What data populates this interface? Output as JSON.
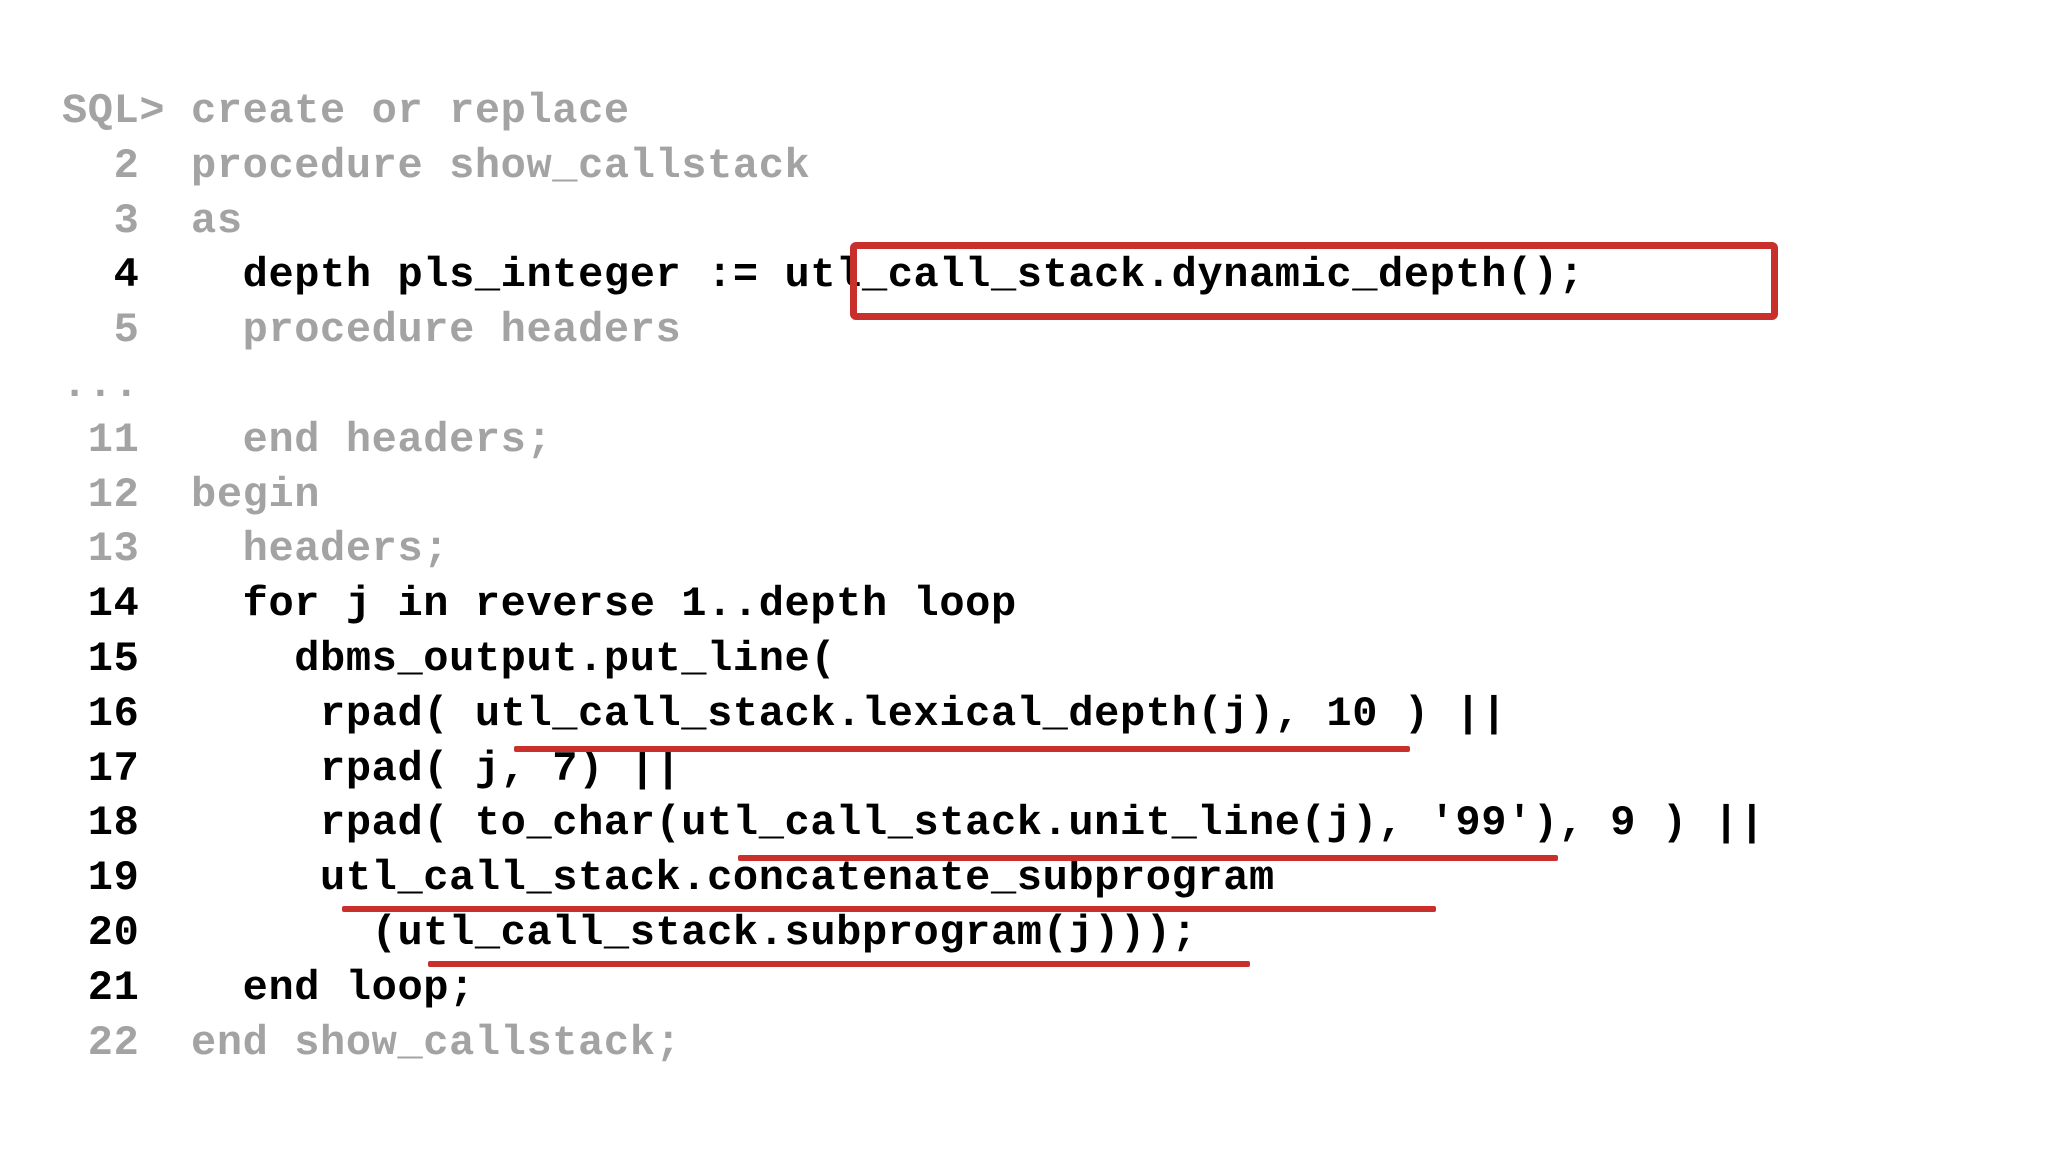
{
  "code_lines": [
    {
      "prefix": "SQL> ",
      "code": "create or replace",
      "style": "gray"
    },
    {
      "prefix": "  2  ",
      "code": "procedure show_callstack",
      "style": "gray"
    },
    {
      "prefix": "  3  ",
      "code": "as",
      "style": "gray"
    },
    {
      "prefix": "  4  ",
      "code": "  depth pls_integer := utl_call_stack.dynamic_depth();",
      "style": "active"
    },
    {
      "prefix": "  5  ",
      "code": "  procedure headers",
      "style": "gray"
    },
    {
      "prefix": "...",
      "code": "",
      "style": "gray"
    },
    {
      "prefix": " 11  ",
      "code": "  end headers;",
      "style": "gray"
    },
    {
      "prefix": " 12  ",
      "code": "begin",
      "style": "gray"
    },
    {
      "prefix": " 13  ",
      "code": "  headers;",
      "style": "gray"
    },
    {
      "prefix": " 14  ",
      "code": "  for j in reverse 1..depth loop",
      "style": "active"
    },
    {
      "prefix": " 15  ",
      "code": "    dbms_output.put_line(",
      "style": "active"
    },
    {
      "prefix": " 16  ",
      "code": "     rpad( utl_call_stack.lexical_depth(j), 10 ) ||",
      "style": "active"
    },
    {
      "prefix": " 17  ",
      "code": "     rpad( j, 7) ||",
      "style": "active"
    },
    {
      "prefix": " 18  ",
      "code": "     rpad( to_char(utl_call_stack.unit_line(j), '99'), 9 ) ||",
      "style": "active"
    },
    {
      "prefix": " 19  ",
      "code": "     utl_call_stack.concatenate_subprogram",
      "style": "active"
    },
    {
      "prefix": " 20  ",
      "code": "       (utl_call_stack.subprogram(j)));",
      "style": "active"
    },
    {
      "prefix": " 21  ",
      "code": "  end loop;",
      "style": "active"
    },
    {
      "prefix": " 22  ",
      "code": "end show_callstack;",
      "style": "gray"
    }
  ],
  "highlight_color": "#c9302c",
  "active_text_color": "#000000",
  "inactive_text_color": "#a3a3a3"
}
